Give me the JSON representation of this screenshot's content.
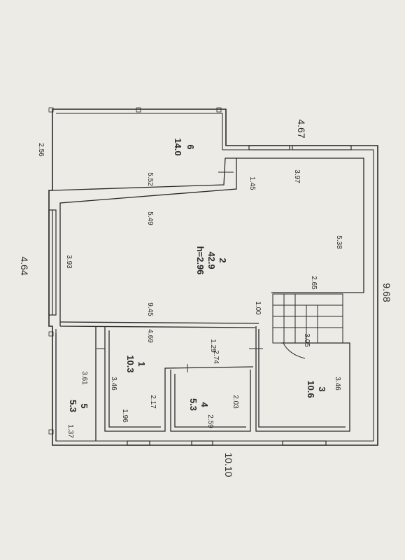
{
  "rooms": [
    {
      "number": "6",
      "area": "14.0"
    },
    {
      "number": "2",
      "area": "42.9",
      "height": "h=2.96"
    },
    {
      "number": "1",
      "area": "10.3"
    },
    {
      "number": "4",
      "area": "5.3"
    },
    {
      "number": "3",
      "area": "10.6"
    },
    {
      "number": "5",
      "area": "5.3"
    }
  ],
  "dimensions": {
    "d_256": "2.56",
    "d_552": "5.52",
    "d_467": "4.67",
    "d_397": "3.97",
    "d_145": "1.45",
    "d_549": "5.49",
    "d_538": "5.38",
    "d_464": "4.64",
    "d_393": "3.93",
    "d_968": "9.68",
    "d_265": "2.65",
    "d_100": "1.00",
    "d_945": "9.45",
    "d_469": "4.69",
    "d_305": "3.05",
    "d_129": "1.29",
    "d_274": "2.74",
    "d_361": "3.61",
    "d_346a": "3.46",
    "d_346b": "3.46",
    "d_217": "2.17",
    "d_203": "2.03",
    "d_196": "1.96",
    "d_259": "2.59",
    "d_137": "1.37",
    "d_1010": "10.10"
  },
  "colors": {
    "paper": "#ecebe6",
    "ink": "#2a2a2a"
  }
}
